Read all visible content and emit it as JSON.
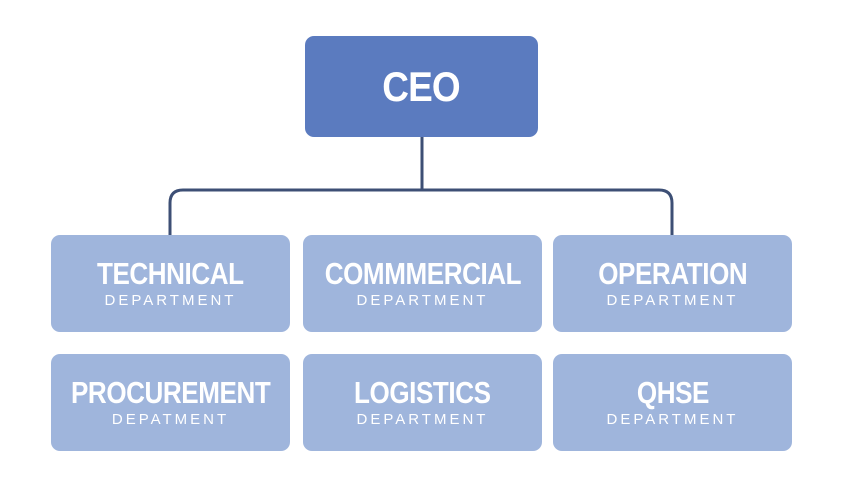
{
  "ceo": {
    "label": "CEO"
  },
  "departments": [
    {
      "title": "TECHNICAL",
      "subtitle": "DEPARTMENT"
    },
    {
      "title": "COMMMERCIAL",
      "subtitle": "DEPARTMENT"
    },
    {
      "title": "OPERATION",
      "subtitle": "DEPARTMENT"
    },
    {
      "title": "PROCUREMENT",
      "subtitle": "DEPATMENT"
    },
    {
      "title": "LOGISTICS",
      "subtitle": "DEPARTMENT"
    },
    {
      "title": "QHSE",
      "subtitle": "DEPARTMENT"
    }
  ],
  "colors": {
    "ceo_box": "#5b7bbf",
    "department_box": "#9fb5dc",
    "connector": "#3d4f75",
    "text": "#ffffff"
  }
}
